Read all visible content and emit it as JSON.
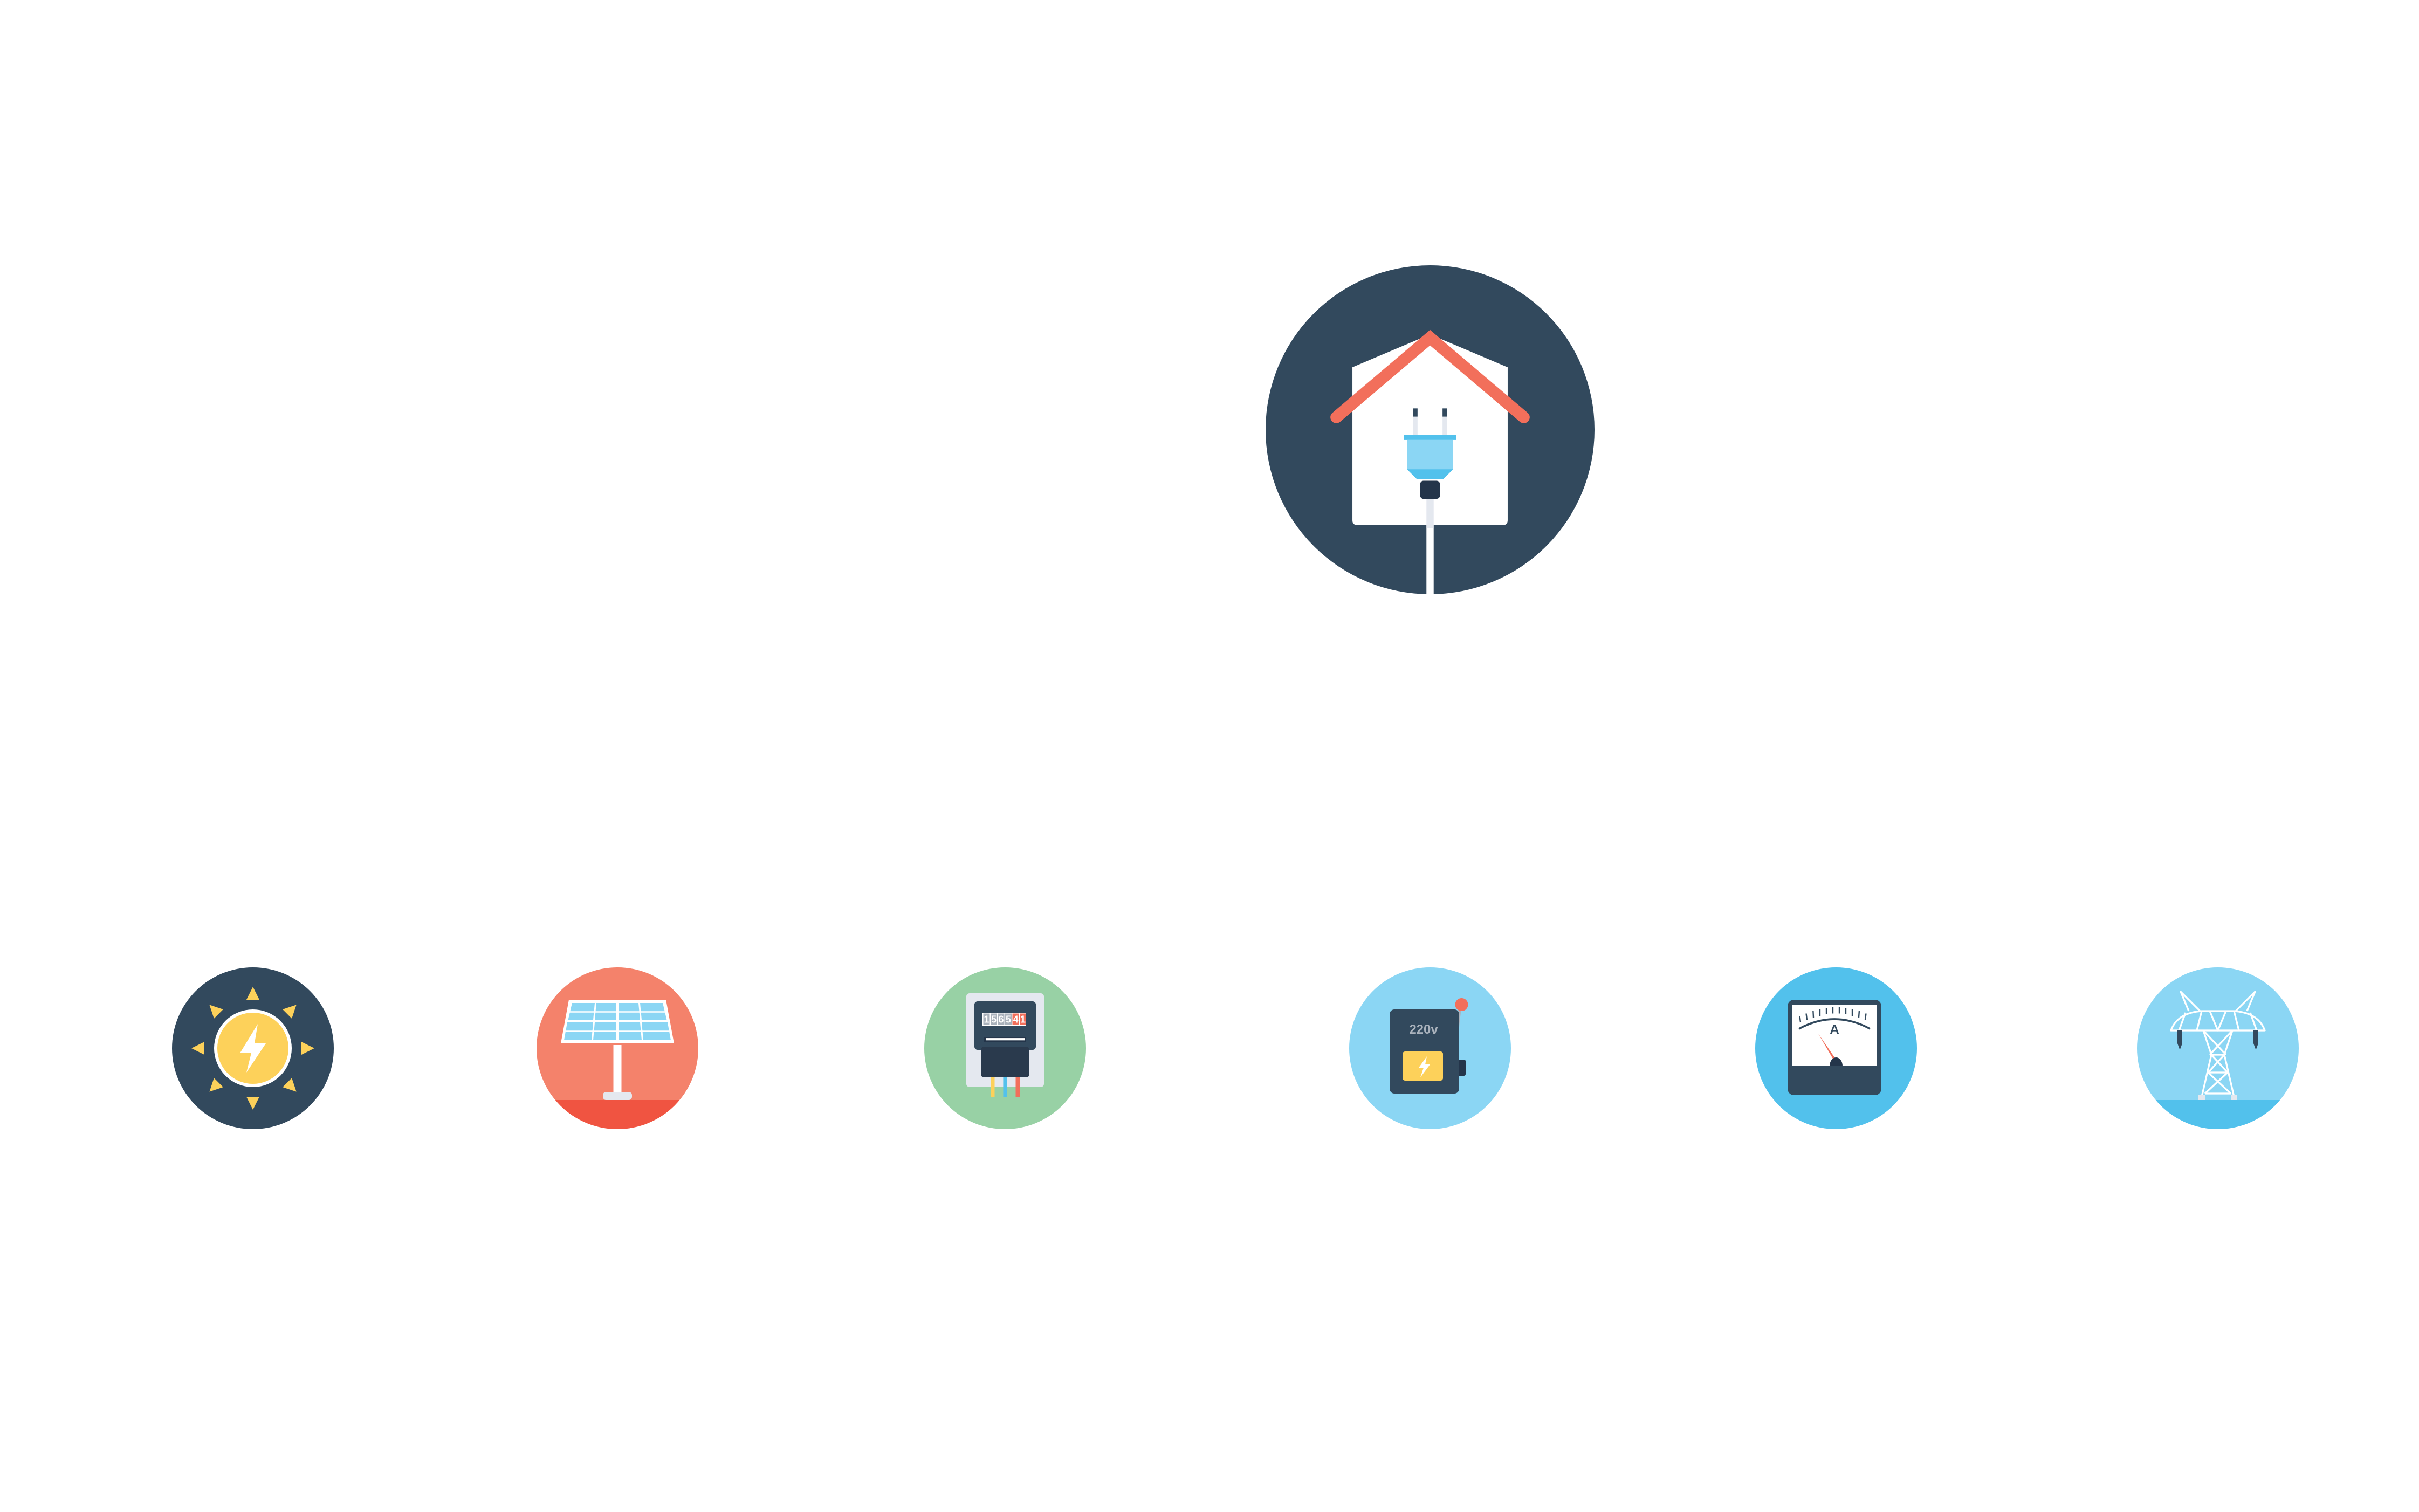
{
  "main_icon": {
    "name": "house-plug",
    "color": "#32495d",
    "roof_color": "#f26f5b"
  },
  "icons": [
    {
      "name": "solar-sun",
      "color": "#32495d"
    },
    {
      "name": "solar-panel",
      "color": "#f4826b"
    },
    {
      "name": "electric-meter",
      "color": "#98d1a5",
      "digits": [
        "1",
        "5",
        "6",
        "5",
        "4",
        "1"
      ]
    },
    {
      "name": "power-switch",
      "color": "#8bd6f4",
      "label": "220v"
    },
    {
      "name": "ammeter",
      "color": "#52c1ec",
      "label": "A"
    },
    {
      "name": "transmission-tower",
      "color": "#8bd6f4"
    }
  ]
}
